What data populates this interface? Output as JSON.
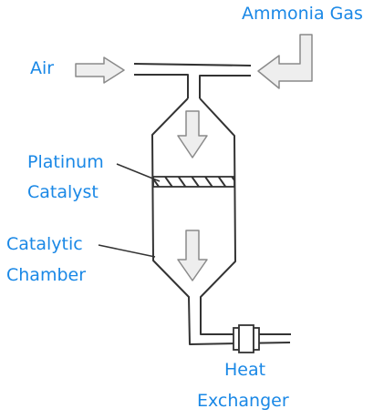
{
  "labels": {
    "ammonia": "Ammonia Gas",
    "air": "Air",
    "platinum_line1": "Platinum",
    "platinum_line2": "Catalyst",
    "chamber_line1": "Catalytic",
    "chamber_line2": "Chamber",
    "heat_line1": "Heat",
    "heat_line2": "Exchanger"
  },
  "colors": {
    "label_text": "#1a88e6",
    "outline": "#333333",
    "arrow_fill": "#eeeeee",
    "arrow_stroke": "#8a8a8a"
  }
}
